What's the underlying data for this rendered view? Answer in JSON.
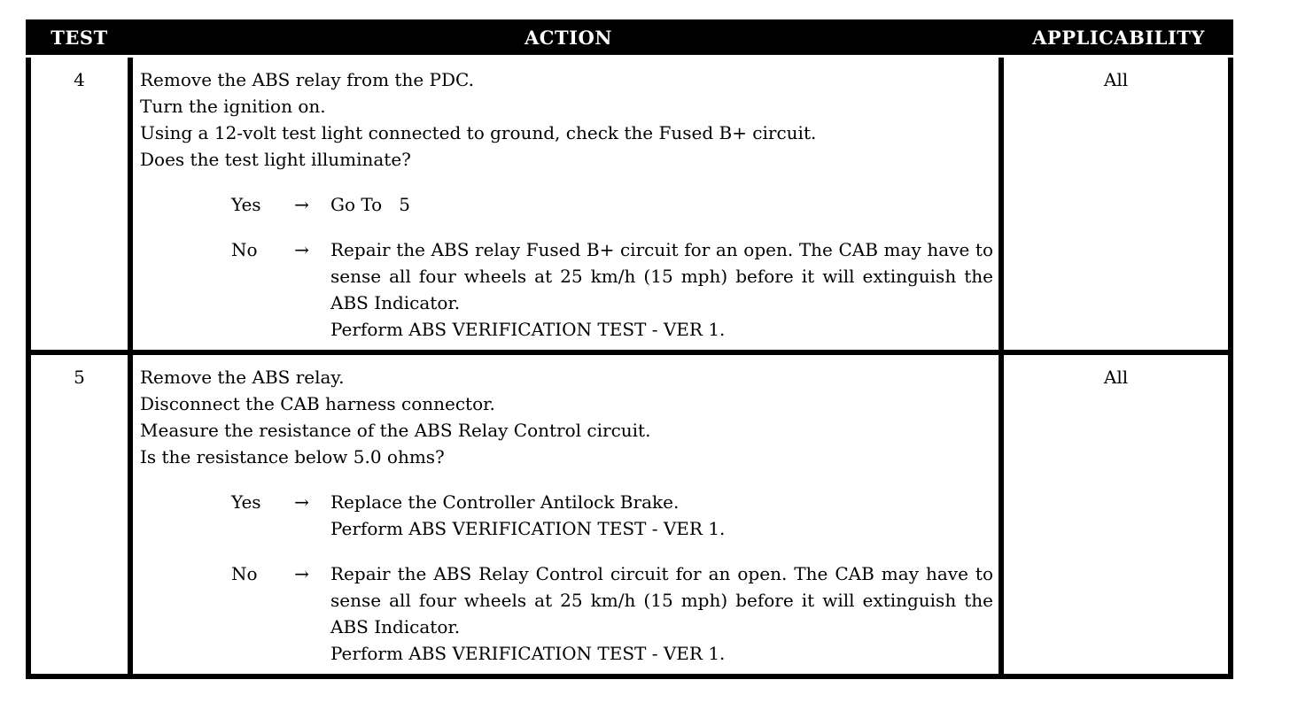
{
  "colors": {
    "header_background": "#000000",
    "header_text": "#ffffff",
    "body_text": "#000000",
    "border": "#000000",
    "page_background": "#ffffff"
  },
  "table": {
    "headers": {
      "test": "TEST",
      "action": "ACTION",
      "applicability": "APPLICABILITY"
    },
    "rows": [
      {
        "test": "4",
        "applicability": "All",
        "question_lines": [
          "Remove the ABS relay from the PDC.",
          "Turn the ignition on.",
          "Using a 12-volt test light connected to ground, check the Fused B+ circuit.",
          "Does the test light illuminate?"
        ],
        "branches": [
          {
            "label": "Yes",
            "arrow": "→",
            "paragraphs": [
              "Go To   5"
            ]
          },
          {
            "label": "No",
            "arrow": "→",
            "paragraphs": [
              "Repair the ABS relay Fused B+ circuit for an open. The CAB may have to sense all four wheels at 25 km/h (15 mph) before it will extinguish the ABS Indicator.",
              "Perform ABS VERIFICATION TEST - VER 1."
            ]
          }
        ]
      },
      {
        "test": "5",
        "applicability": "All",
        "question_lines": [
          "Remove the ABS relay.",
          "Disconnect the CAB harness connector.",
          "Measure the resistance of the ABS Relay Control circuit.",
          "Is the resistance below 5.0 ohms?"
        ],
        "branches": [
          {
            "label": "Yes",
            "arrow": "→",
            "paragraphs": [
              "Replace the Controller Antilock Brake.",
              "Perform ABS VERIFICATION TEST - VER 1."
            ]
          },
          {
            "label": "No",
            "arrow": "→",
            "paragraphs": [
              "Repair the ABS Relay Control circuit for an open. The CAB may have to sense all four wheels at 25 km/h (15 mph) before it will extinguish the ABS Indicator.",
              "Perform ABS VERIFICATION TEST - VER 1."
            ]
          }
        ]
      }
    ]
  }
}
